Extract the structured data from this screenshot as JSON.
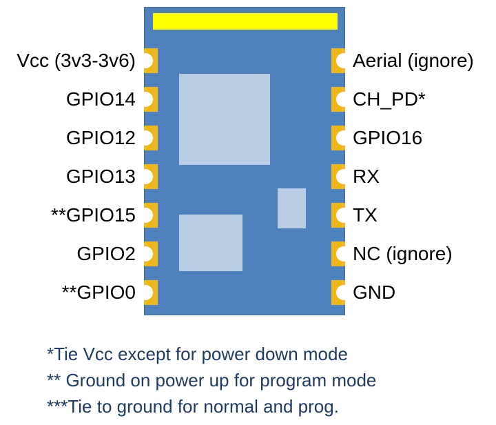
{
  "colors": {
    "board": "#4f81bd",
    "silkscreen": "#ffff00",
    "chip": "#b9cde5",
    "pad": "#f0b71c",
    "pad_hole": "#ffffff",
    "label_text": "#000000",
    "note_text": "#1f3a64"
  },
  "left_pins": [
    {
      "label": "Vcc (3v3-3v6)"
    },
    {
      "label": "GPIO14"
    },
    {
      "label": "GPIO12"
    },
    {
      "label": "GPIO13"
    },
    {
      "label": "**GPIO15"
    },
    {
      "label": "GPIO2"
    },
    {
      "label": "**GPIO0"
    }
  ],
  "right_pins": [
    {
      "label": "Aerial (ignore)"
    },
    {
      "label": "CH_PD*"
    },
    {
      "label": "GPIO16"
    },
    {
      "label": "RX"
    },
    {
      "label": "TX"
    },
    {
      "label": "NC (ignore)"
    },
    {
      "label": "GND"
    }
  ],
  "notes": [
    "*Tie Vcc except for power down mode",
    "** Ground on power up for program mode",
    "***Tie to ground for normal and prog."
  ]
}
